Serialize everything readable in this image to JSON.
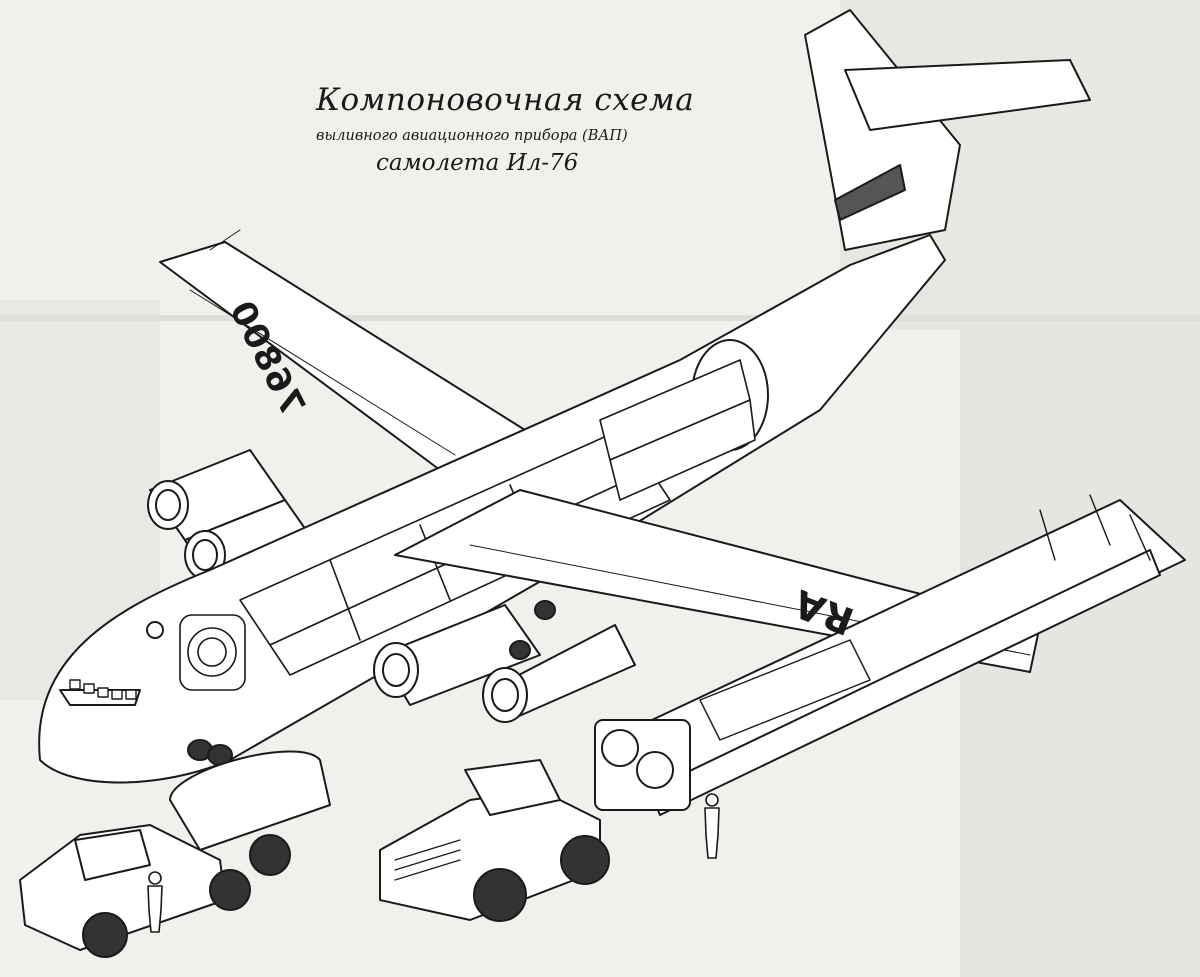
{
  "title": {
    "line1": "Компоновочная   схема",
    "line2": "выливного авиационного прибора (ВАП)",
    "line3": "самолета Ил-76"
  },
  "markings": {
    "wing_left": "76800",
    "wing_right": "RA"
  },
  "colors": {
    "paper": "#f1f0ec",
    "ink": "#1a1a1a",
    "background_print": "#c9c8c4"
  }
}
